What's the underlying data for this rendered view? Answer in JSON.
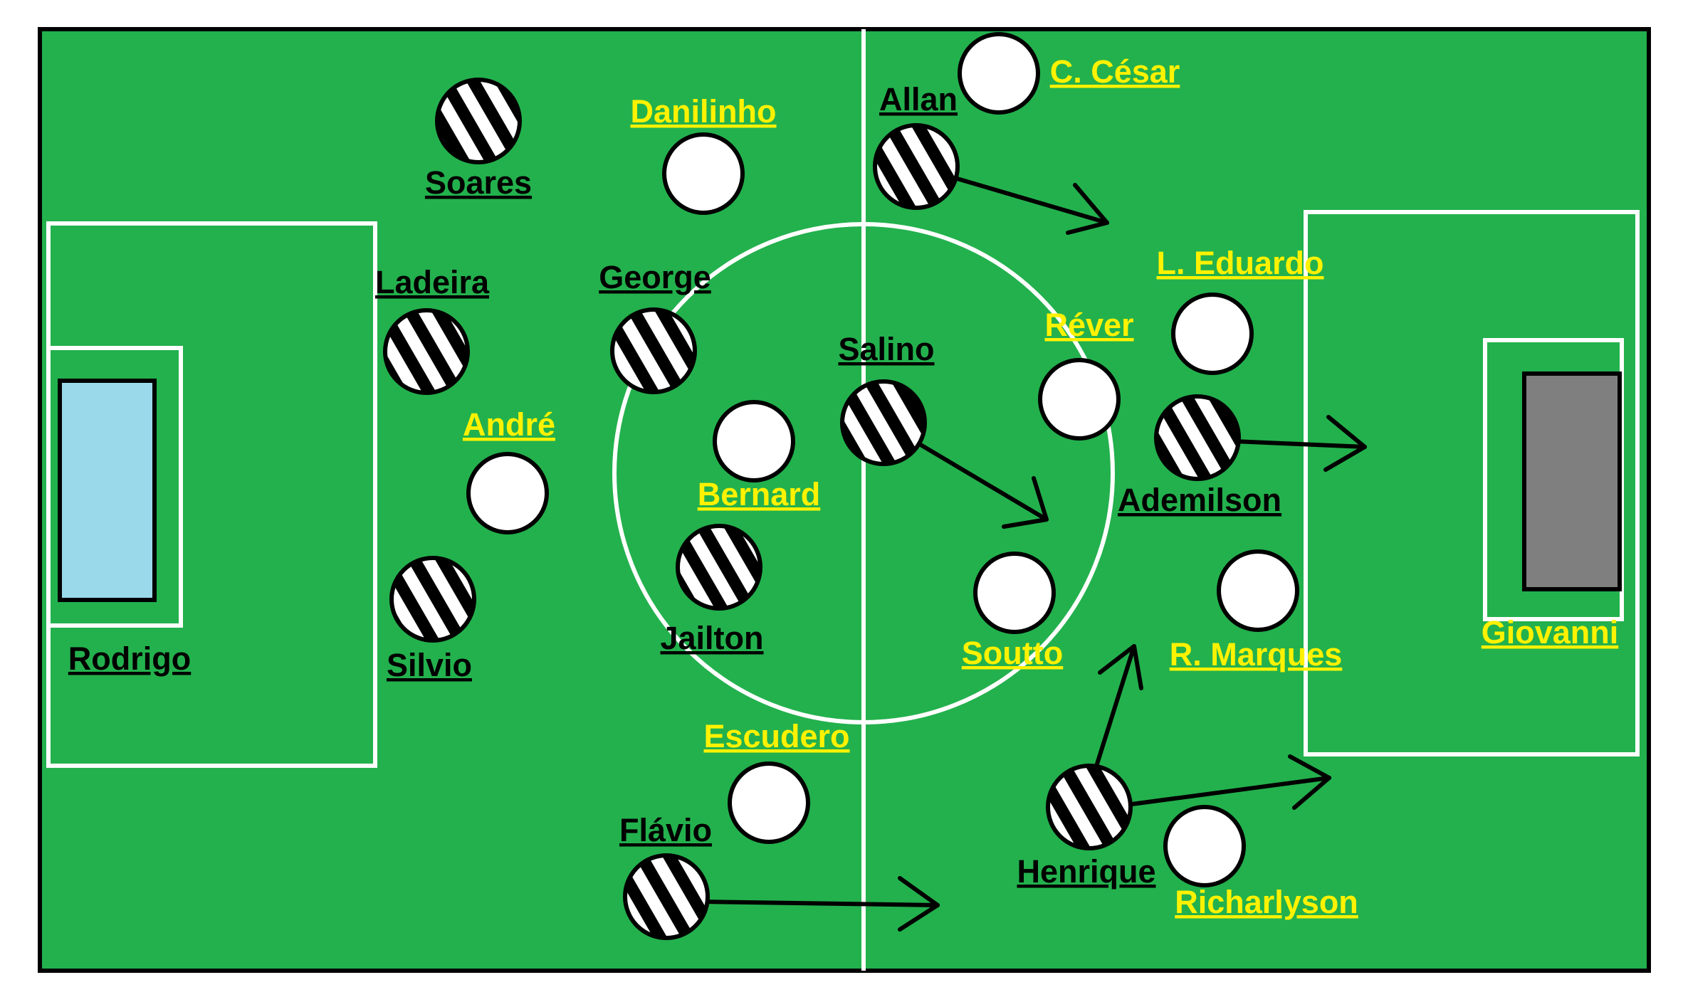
{
  "colors": {
    "pitch": "#23b14d",
    "lines": "#ffffff",
    "outline": "#000000",
    "home_label": "#000000",
    "away_label": "#fff200",
    "home_goal": "#99d9ea",
    "away_goal": "#7f7f7f"
  },
  "teams": {
    "home": {
      "kit": "black-white-striped",
      "players": [
        {
          "name": "Rodrigo",
          "role": "goalkeeper"
        },
        {
          "name": "Soares"
        },
        {
          "name": "Ladeira"
        },
        {
          "name": "Silvio"
        },
        {
          "name": "George"
        },
        {
          "name": "Jailton"
        },
        {
          "name": "Allan"
        },
        {
          "name": "Salino"
        },
        {
          "name": "Ademilson"
        },
        {
          "name": "Flávio"
        },
        {
          "name": "Henrique"
        }
      ]
    },
    "away": {
      "kit": "white",
      "players": [
        {
          "name": "C. César"
        },
        {
          "name": "Danilinho"
        },
        {
          "name": "André"
        },
        {
          "name": "Bernard"
        },
        {
          "name": "Escudero"
        },
        {
          "name": "L. Eduardo"
        },
        {
          "name": "Réver"
        },
        {
          "name": "Soutto"
        },
        {
          "name": "R. Marques"
        },
        {
          "name": "Richarlyson"
        },
        {
          "name": "Giovanni",
          "role": "goalkeeper"
        }
      ]
    }
  },
  "arrows": [
    {
      "from": "Allan",
      "direction": "forward"
    },
    {
      "from": "Salino",
      "direction": "forward-diagonal"
    },
    {
      "from": "Ademilson",
      "direction": "forward"
    },
    {
      "from": "Flávio",
      "direction": "forward"
    },
    {
      "from": "Henrique",
      "direction": "forward"
    },
    {
      "from": "Henrique",
      "direction": "upward-diagonal"
    }
  ]
}
